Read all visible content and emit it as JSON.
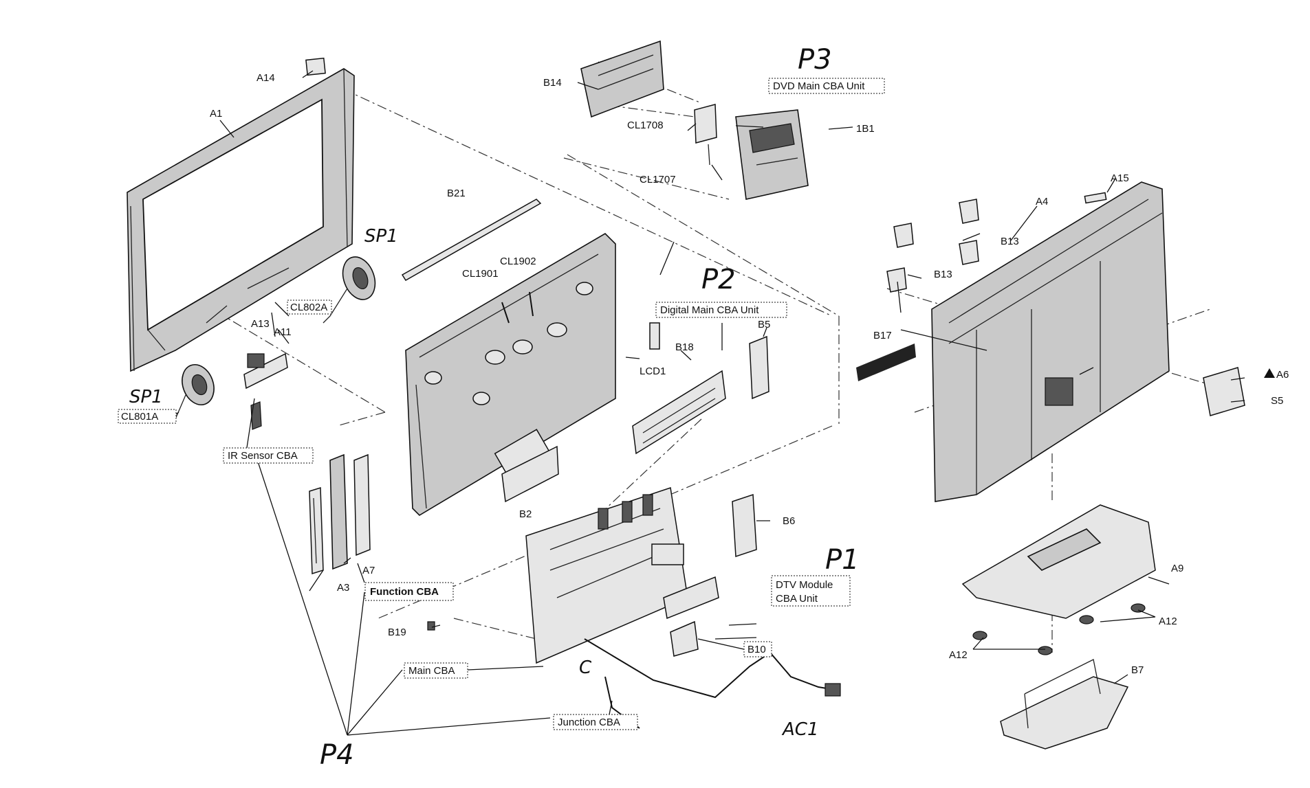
{
  "parts": {
    "A1": "A1",
    "A3": "A3",
    "A4": "A4",
    "A6": "A6",
    "A7": "A7",
    "A9": "A9",
    "A11": "A11",
    "A12": "A12",
    "A13": "A13",
    "A14": "A14",
    "A15": "A15",
    "B2": "B2",
    "B5": "B5",
    "B6": "B6",
    "B7": "B7",
    "B10": "B10",
    "B13": "B13",
    "B14": "B14",
    "B17": "B17",
    "B18": "B18",
    "B19": "B19",
    "B21": "B21",
    "1B1": "1B1",
    "LCD1": "LCD1",
    "S5": "S5",
    "CL1707": "CL1707",
    "CL1708": "CL1708",
    "CL1901": "CL1901",
    "CL1902": "CL1902",
    "CL801A": "CL801A",
    "CL802A": "CL802A"
  },
  "units": {
    "dvd_main": "DVD Main CBA Unit",
    "digital_main": "Digital Main CBA Unit",
    "ir_sensor": "IR Sensor CBA",
    "function_cba": "Function CBA",
    "dtv_line1": "DTV Module",
    "dtv_line2": "CBA Unit",
    "main_cba": "Main CBA",
    "junction_cba": "Junction CBA"
  },
  "handwritten": {
    "p1": "P1",
    "p2": "P2",
    "p3": "P3",
    "p4": "P4",
    "sp1_top": "SP1",
    "sp1_bottom": "SP1",
    "ac1": "AC1",
    "c_mark": "C"
  },
  "symbols": {
    "warning_icon": "warning-triangle"
  }
}
